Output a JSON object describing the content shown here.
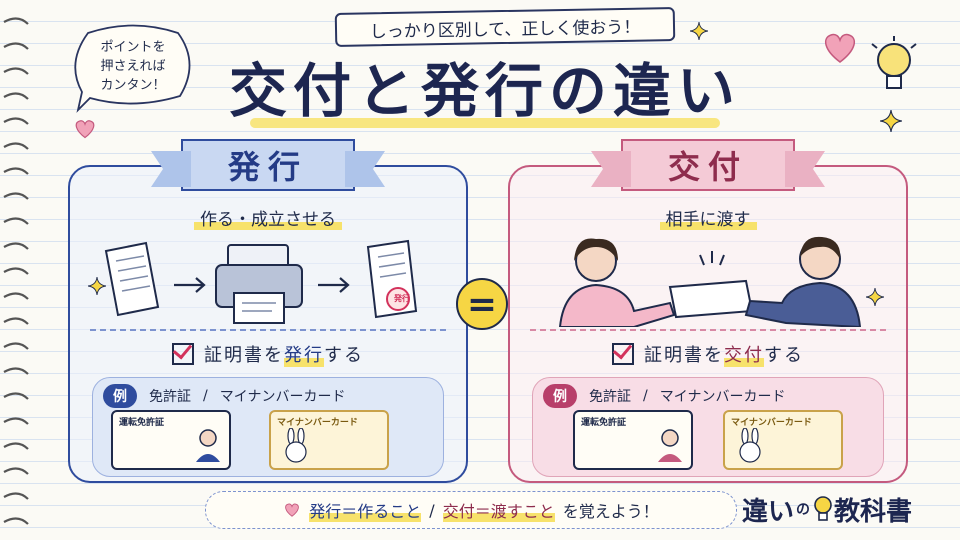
{
  "tagline": "しっかり区別して、正しく使おう！",
  "bubble": "ポイントを\n押さえれば\nカンタン！",
  "title": "交付と発行の違い",
  "equal_sign": "=",
  "hakkou": {
    "heading": "発行",
    "meaning": "作る・成立させる",
    "stamp": "発行",
    "usage_object": "証明書を",
    "usage_keyword": "発行",
    "usage_suffix": "する",
    "example_badge": "例",
    "example_1": "免許証",
    "example_sep": "/",
    "example_2": "マイナンバーカード",
    "card_license_title": "運転免許証",
    "card_my_title": "マイナンバーカード"
  },
  "koufu": {
    "heading": "交付",
    "meaning": "相手に渡す",
    "usage_object": "証明書を",
    "usage_keyword": "交付",
    "usage_suffix": "する",
    "example_badge": "例",
    "example_1": "免許証",
    "example_sep": "/",
    "example_2": "マイナンバーカード",
    "card_license_title": "運転免許証",
    "card_my_title": "マイナンバーカード"
  },
  "footer": {
    "part1": "発行＝作ること",
    "sep": "/",
    "part2": "交付＝渡すこと",
    "part3": "を覚えよう！"
  },
  "logo": {
    "w1": "違い",
    "w2": "の",
    "w3": "教科書"
  },
  "colors": {
    "hakkou_accent": "#2f4c9e",
    "koufu_accent": "#c45a7e",
    "highlight": "#f7e26b"
  },
  "icons": [
    "notebook-rings",
    "heart-icon",
    "lightbulb-icon",
    "sparkle-icon",
    "document-icon",
    "printer-icon",
    "arrow-right-icon",
    "checkbox-icon",
    "license-card-icon",
    "mynumber-card-icon"
  ]
}
